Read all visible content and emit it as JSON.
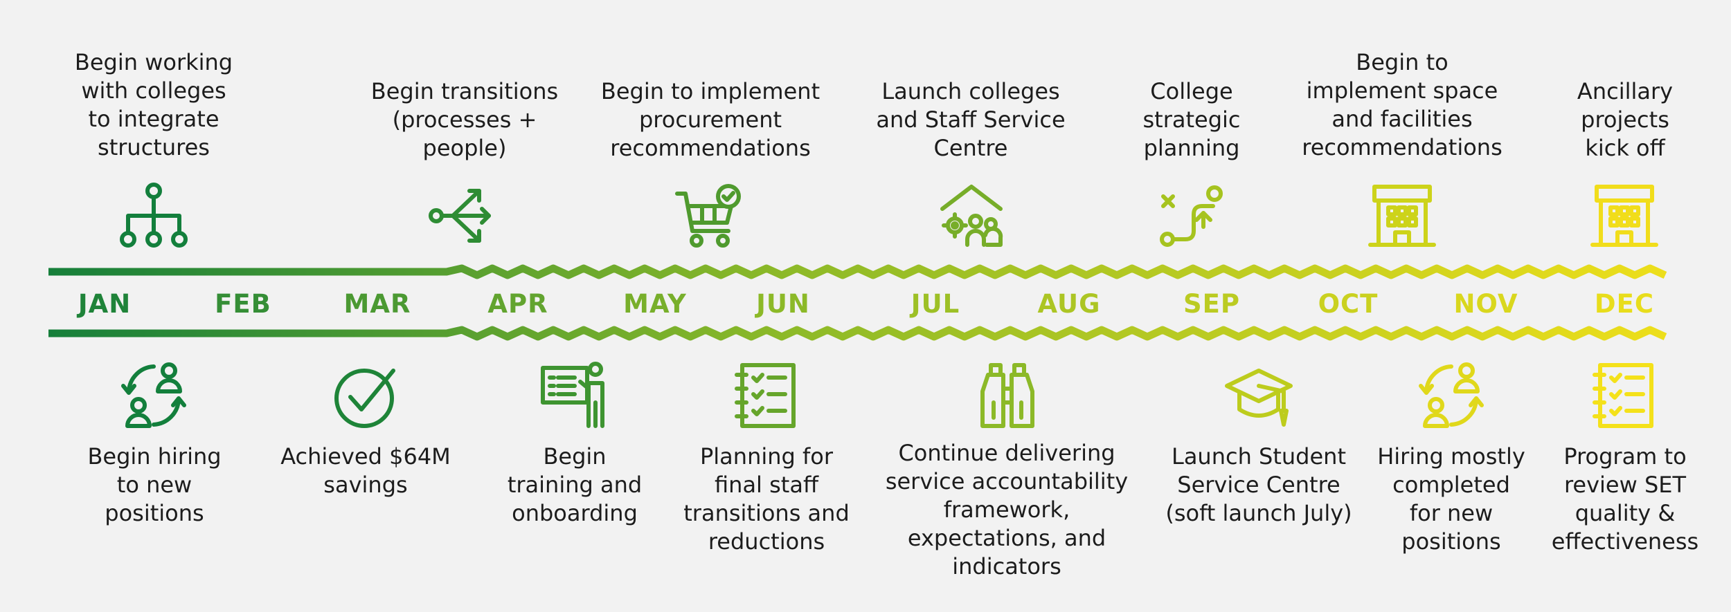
{
  "palette": {
    "start": "#0e7b3c",
    "mid": "#8cb928",
    "end": "#f4e11a",
    "text": "#1c1c1c",
    "background": "#f2f2f2"
  },
  "months": [
    "JAN",
    "FEB",
    "MAR",
    "APR",
    "MAY",
    "JUN",
    "JUL",
    "AUG",
    "SEP",
    "OCT",
    "NOV",
    "DEC"
  ],
  "top_milestones": [
    {
      "icon": "org-chart-icon",
      "lines": [
        "Begin working",
        "with colleges",
        "to integrate",
        "structures"
      ]
    },
    {
      "icon": "branching-arrows-icon",
      "lines": [
        "Begin transitions",
        "(processes +",
        "people)"
      ]
    },
    {
      "icon": "shopping-cart-check-icon",
      "lines": [
        "Begin to implement",
        "procurement",
        "recommendations"
      ]
    },
    {
      "icon": "house-gear-people-icon",
      "lines": [
        "Launch colleges",
        "and Staff Service",
        "Centre"
      ]
    },
    {
      "icon": "strategy-path-icon",
      "lines": [
        "College",
        "strategic",
        "planning"
      ]
    },
    {
      "icon": "building-icon",
      "lines": [
        "Begin to",
        "implement space",
        "and facilities",
        "recommendations"
      ]
    },
    {
      "icon": "building-icon",
      "lines": [
        "Ancillary",
        "projects",
        "kick off"
      ]
    }
  ],
  "bottom_milestones": [
    {
      "icon": "people-exchange-icon",
      "lines": [
        "Begin hiring",
        "to new",
        "positions"
      ]
    },
    {
      "icon": "check-circle-icon",
      "lines": [
        "Achieved $64M",
        "savings"
      ]
    },
    {
      "icon": "presenter-board-icon",
      "lines": [
        "Begin",
        "training and",
        "onboarding"
      ]
    },
    {
      "icon": "checklist-notebook-icon",
      "lines": [
        "Planning for",
        "final staff",
        "transitions and",
        "reductions"
      ]
    },
    {
      "icon": "binoculars-icon",
      "lines": [
        "Continue delivering",
        "service accountability",
        "framework,",
        "expectations, and",
        "indicators"
      ]
    },
    {
      "icon": "graduation-cap-icon",
      "lines": [
        "Launch Student",
        "Service Centre",
        "(soft launch July)"
      ]
    },
    {
      "icon": "people-exchange-icon",
      "lines": [
        "Hiring mostly",
        "completed",
        "for new",
        "positions"
      ]
    },
    {
      "icon": "checklist-notebook-icon",
      "lines": [
        "Program to",
        "review SET",
        "quality &",
        "effectiveness"
      ]
    }
  ]
}
